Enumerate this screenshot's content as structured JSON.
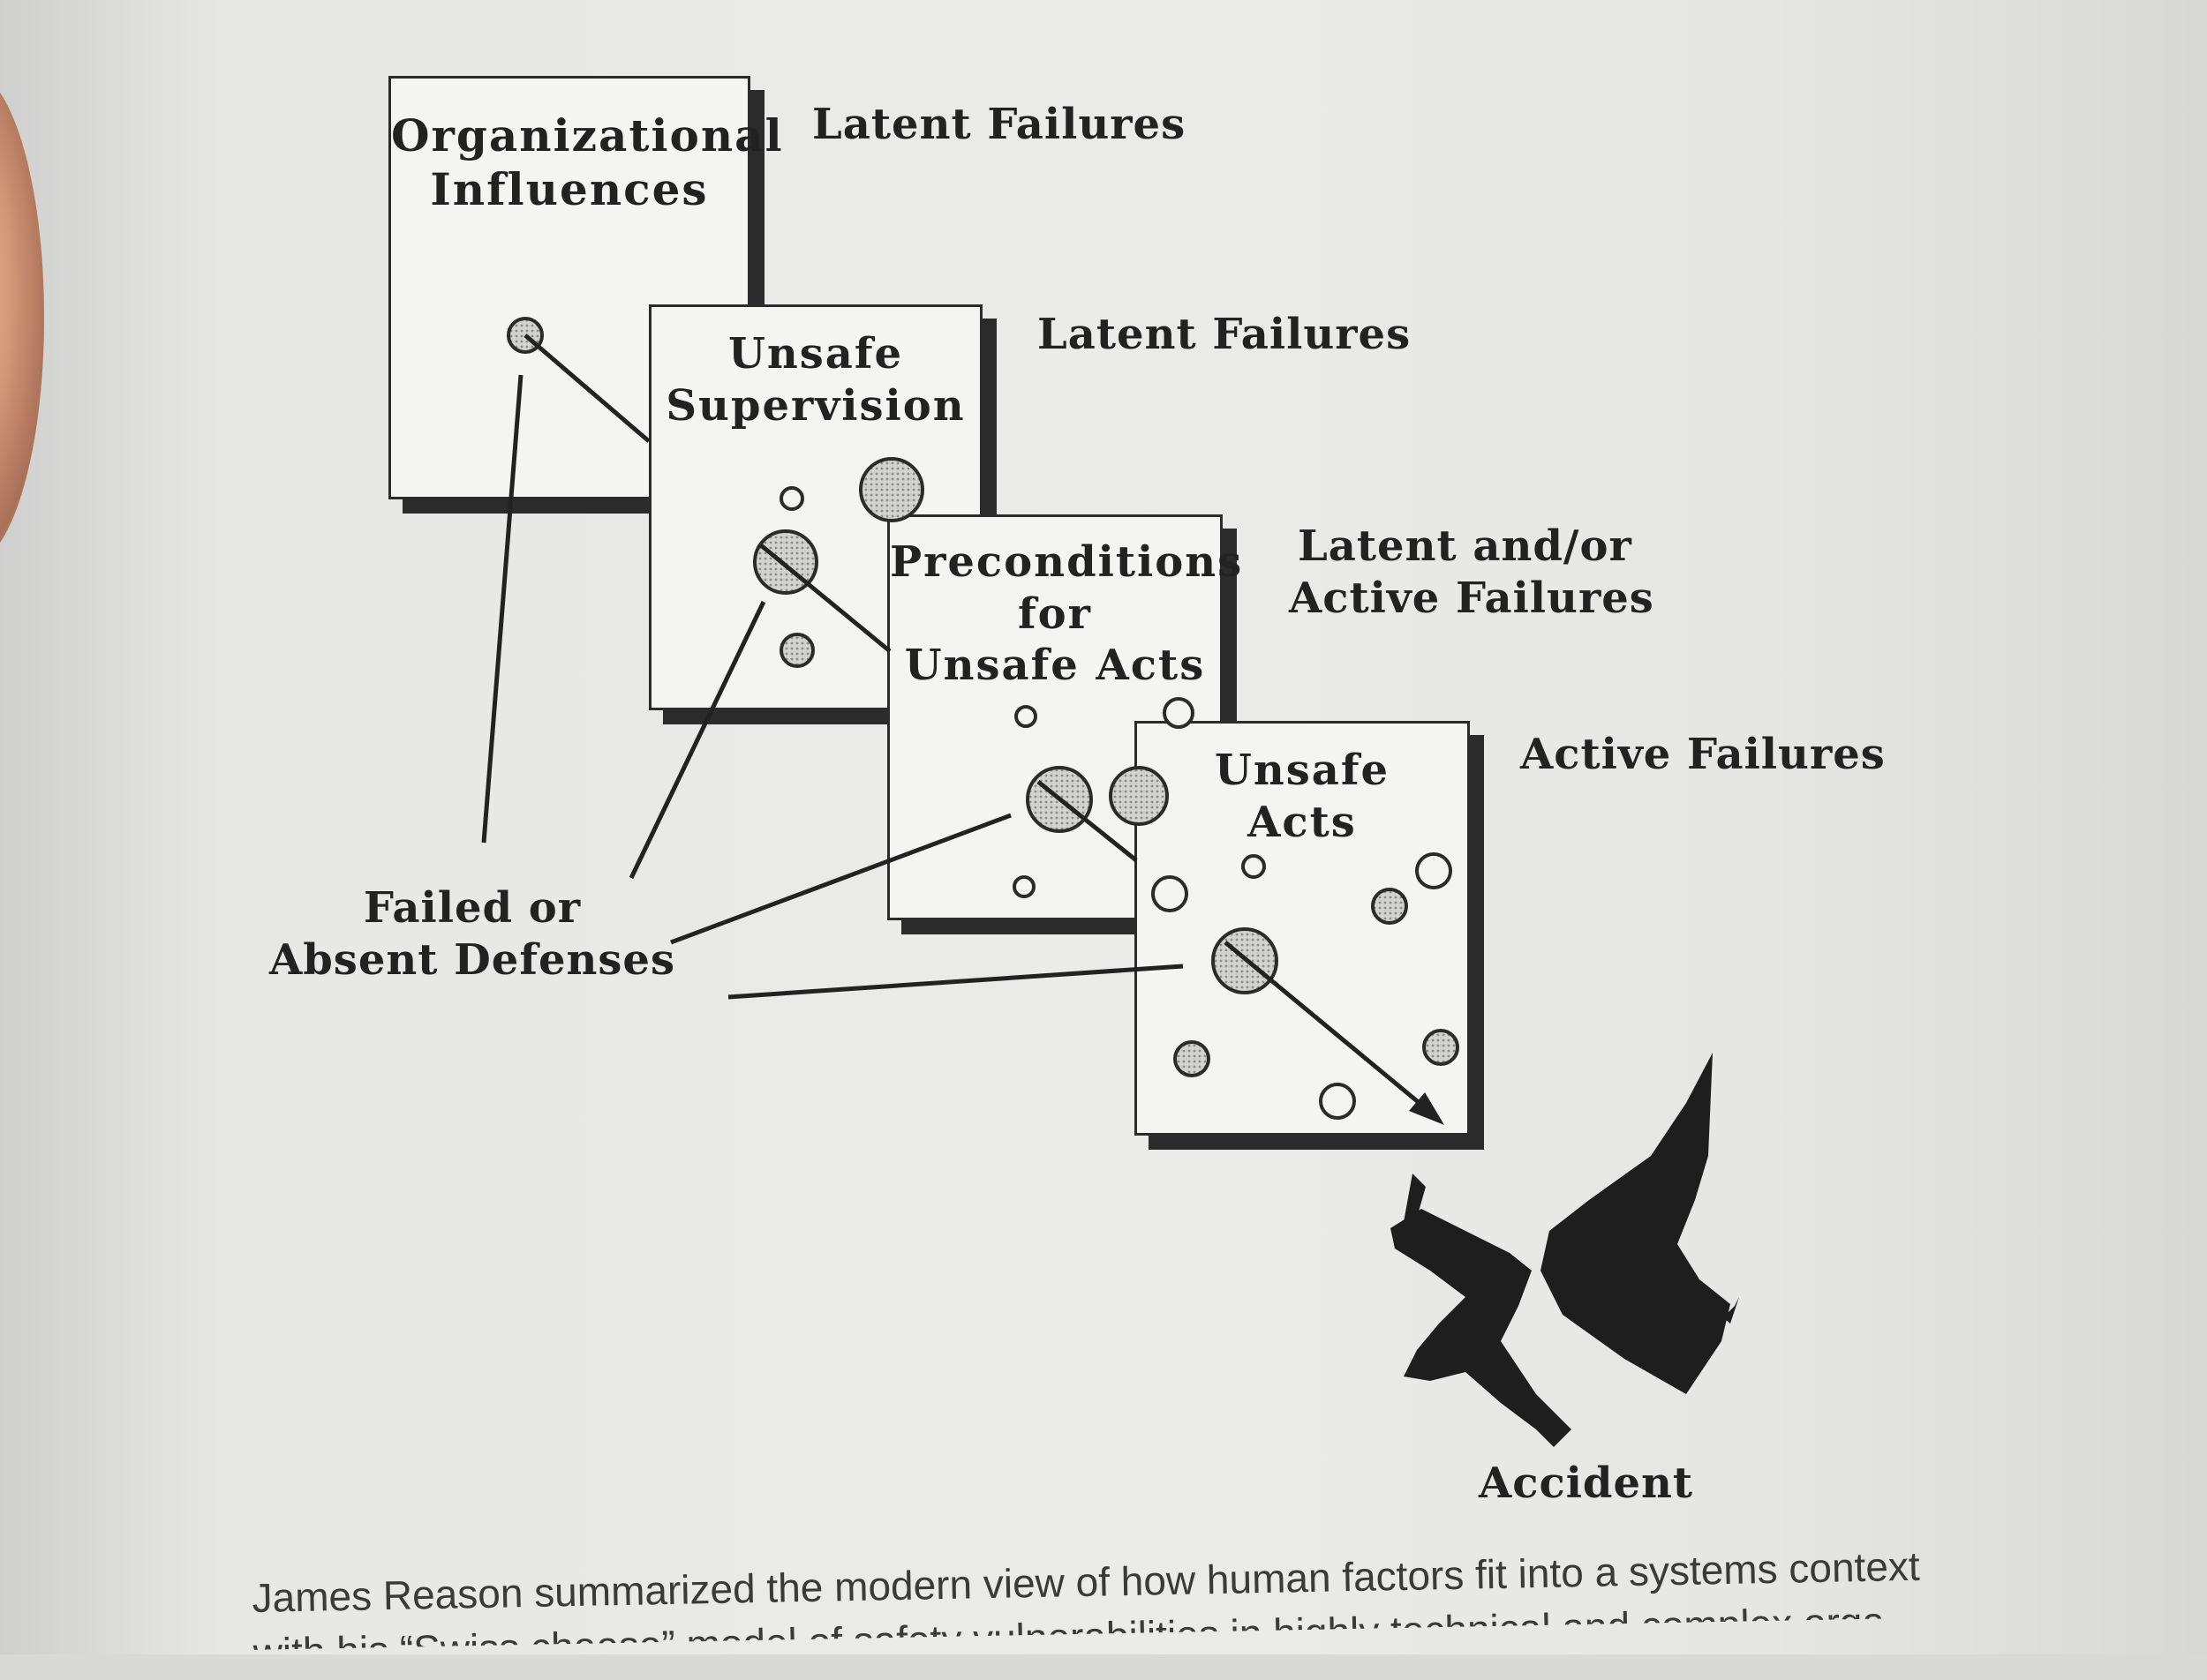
{
  "diagram": {
    "layers": [
      {
        "title_lines": [
          "Organizational",
          "Influences"
        ],
        "failure_lines": [
          "Latent Failures"
        ]
      },
      {
        "title_lines": [
          "Unsafe",
          "Supervision"
        ],
        "failure_lines": [
          "Latent Failures"
        ]
      },
      {
        "title_lines": [
          "Preconditions",
          "for",
          "Unsafe Acts"
        ],
        "failure_lines": [
          "Latent and/or",
          "Active Failures"
        ]
      },
      {
        "title_lines": [
          "Unsafe",
          "Acts"
        ],
        "failure_lines": [
          "Active Failures"
        ]
      }
    ],
    "defenses_label": [
      "Failed or",
      "Absent Defenses"
    ],
    "accident_label": "Accident"
  },
  "caption": {
    "lines": [
      "James Reason summarized the modern view of how human factors fit into a systems context",
      "with his “Swiss cheese” model of safety vulnerabilities in highly technical and complex organiza-"
    ]
  },
  "colors": {
    "ink": "#2b2b2b",
    "paper": "#f4f4f2",
    "hole_fill": "#c9c9c7"
  }
}
